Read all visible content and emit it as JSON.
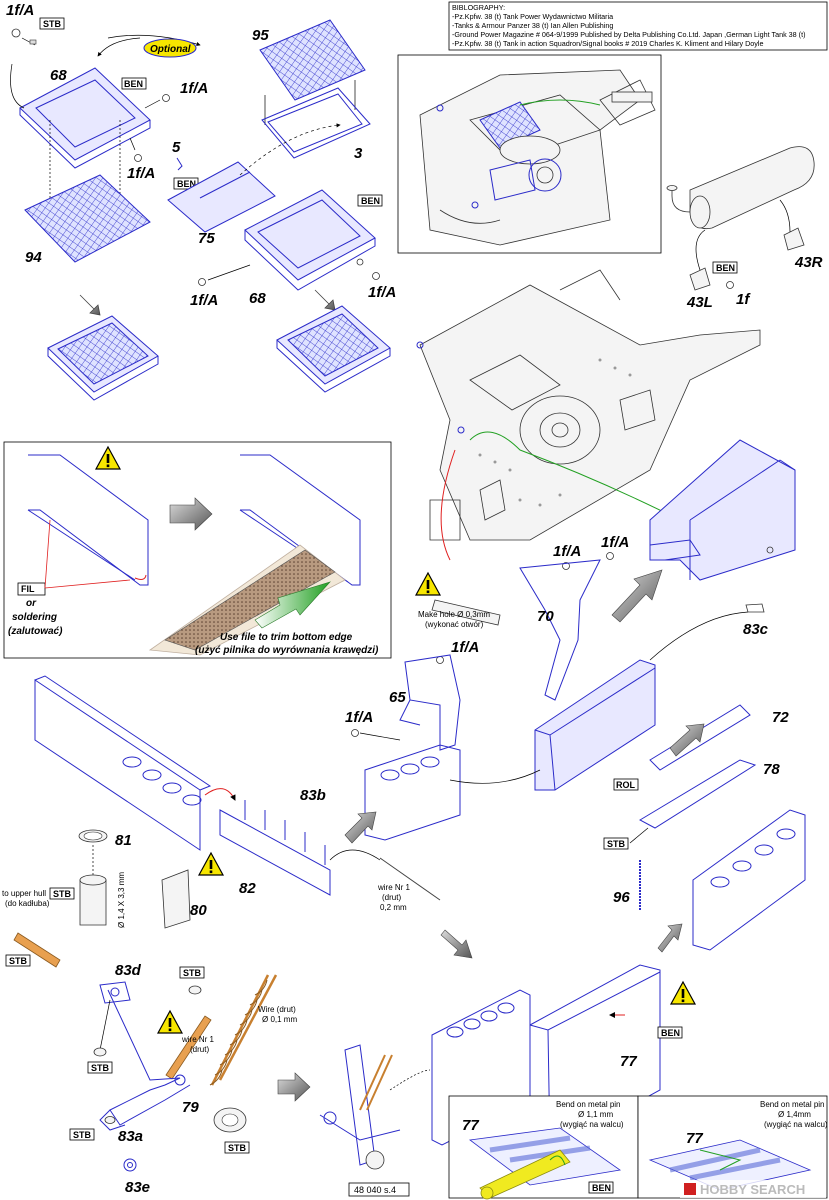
{
  "bibliography": {
    "heading": "BIBLOGRAPHY:",
    "lines": [
      "-Pz.Kpfw. 38 (t) Tank Power Wydawnictwo Militaria",
      "-Tanks & Armour Panzer 38 (t) Ian Allen Publishing",
      "-Ground Power Magazine # 064-9/1999 Published by Delta Publishing Co.Ltd. Japan ,German Light Tank 38 (t)",
      "-Pz.Kpfw. 38 (t) Tank in action Squadron/Signal books # 2019 Charles K. Kliment and Hilary Doyle"
    ]
  },
  "tags": {
    "stb": "STB",
    "ben": "BEN",
    "fil": "FIL",
    "rol": "ROL"
  },
  "labels": {
    "optional": "Optional",
    "p1fA": "1f/A",
    "p1f": "1f",
    "p68": "68",
    "p94": "94",
    "p95": "95",
    "p5": "5",
    "p3": "3",
    "p75": "75",
    "p43R": "43R",
    "p43L": "43L",
    "p70": "70",
    "p83c": "83c",
    "p65": "65",
    "p72": "72",
    "p78": "78",
    "p83b": "83b",
    "p81": "81",
    "p82": "82",
    "p80": "80",
    "p96": "96",
    "p83d": "83d",
    "p79": "79",
    "p83a": "83a",
    "p83e": "83e",
    "p77": "77"
  },
  "notes": {
    "or": "or",
    "soldering": "soldering",
    "soldering_pl": "(zalutować)",
    "file_trim": "Use file to trim bottom edge",
    "file_trim_pl": "(użyć pilnika do wyrównania krawędzi)",
    "make_hole": "Make hole Ø 0,3mm",
    "make_hole_pl": "(wykonać otwór)",
    "wire_nr1": "wire Nr 1",
    "wire_nr1_pl": "(drut)",
    "wire_nr1_dim": "0,2 mm",
    "wire_nr1_small": "wire Nr 1",
    "wire_nr1_small_pl": "(drut)",
    "wire_drut": "Wire (drut)",
    "wire_drut_dim": "Ø 0,1 mm",
    "upper_hull": "to upper hull",
    "upper_hull_pl": "(do kadłuba)",
    "dim_81": "Ø 1,4 X 3,3 mm",
    "bend_a": "Bend on metal pin",
    "bend_a_dim": "Ø 1,1 mm",
    "bend_a_pl": "(wygiąć na walcu)",
    "bend_b": "Bend on metal pin",
    "bend_b_dim": "Ø  1,4mm",
    "bend_b_pl": "(wygiąć na walcu)"
  },
  "footer": {
    "page_code": "48 040 s.4"
  },
  "watermark": "HOBBY SEARCH",
  "colors": {
    "part_line": "#2b2bc9",
    "warning_yellow": "#f7e600",
    "guide_red": "#e02020",
    "guide_green": "#22a022",
    "pin_yellow": "#f0ea20",
    "rod_orange": "#e8a050",
    "spring_orange": "#c88030"
  }
}
